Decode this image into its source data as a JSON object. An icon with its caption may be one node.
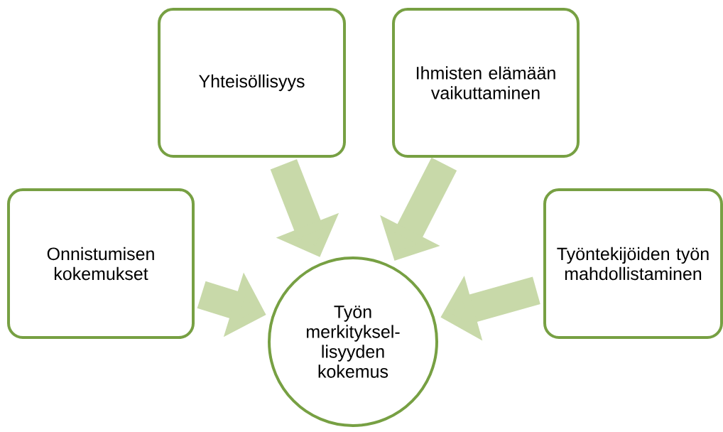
{
  "diagram": {
    "nodes": [
      {
        "text": [
          "Yhteisöllisyys"
        ]
      },
      {
        "text": [
          "Ihmisten elämään vaikuttaminen"
        ]
      },
      {
        "text": [
          "Onnistumisen kokemukset"
        ]
      },
      {
        "text": [
          "Työntekijöiden työn mahdollistaminen"
        ]
      },
      {
        "text": [
          "Työn merkityksel-lisyyden kokemus"
        ]
      }
    ],
    "edges": [
      {
        "from": 0,
        "to": 4,
        "arrow": "to"
      },
      {
        "from": 1,
        "to": 4,
        "arrow": "to"
      },
      {
        "from": 2,
        "to": 4,
        "arrow": "to"
      },
      {
        "from": 3,
        "to": 4,
        "arrow": "to"
      }
    ]
  }
}
